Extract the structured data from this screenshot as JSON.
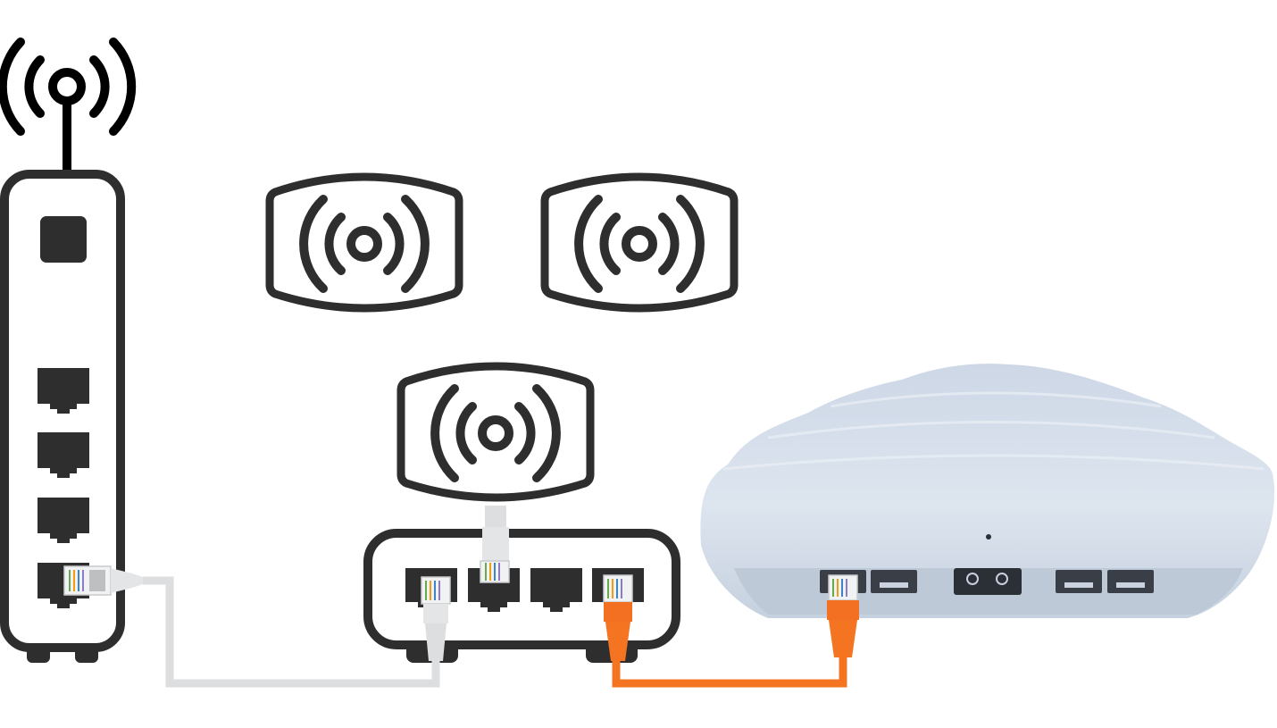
{
  "colors": {
    "outline": "#2e2e2e",
    "cable_grey": "#dcdedf",
    "cable_orange": "#f47421",
    "connector_grey": "#e3e5e6",
    "connector_orange": "#f36f21",
    "device_body": "#d9e1ec",
    "device_shadow": "#b9c4d3",
    "port_dark": "#333333"
  },
  "devices": {
    "router": {
      "icon": "wifi-router-icon",
      "lan_ports": 4
    },
    "access_points": [
      {
        "icon": "access-point-icon"
      },
      {
        "icon": "access-point-icon"
      },
      {
        "icon": "access-point-icon"
      }
    ],
    "switch": {
      "icon": "network-switch-icon",
      "ports": 4
    },
    "mesh_unit": {
      "icon": "mesh-router-icon",
      "ethernet_ports": 5
    }
  },
  "cables": [
    {
      "name": "router-to-switch",
      "color": "grey"
    },
    {
      "name": "switch-to-mesh-unit",
      "color": "orange"
    }
  ]
}
